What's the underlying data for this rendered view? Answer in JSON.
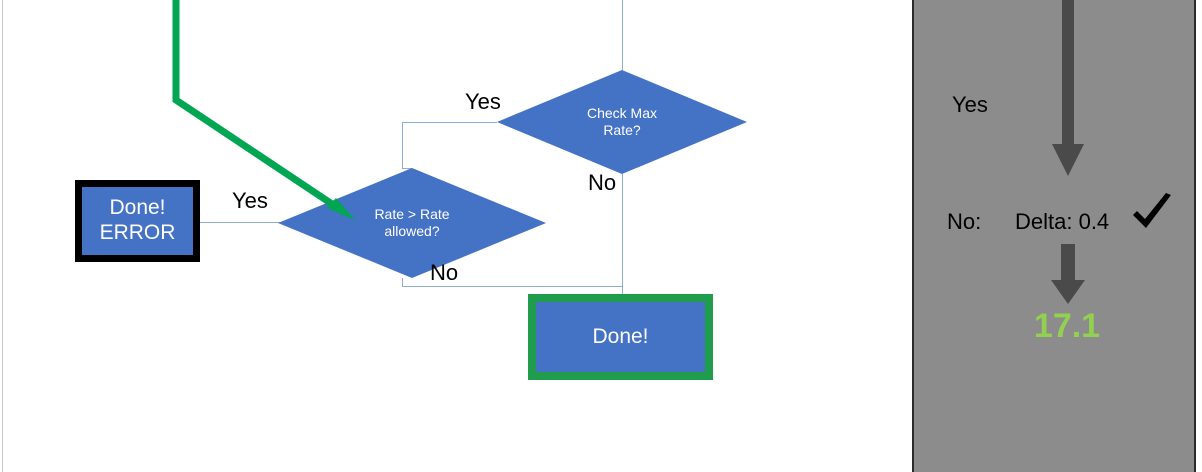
{
  "diagram": {
    "decisions": [
      {
        "id": "check-max-rate",
        "line1": "Check Max",
        "line2": "Rate?"
      },
      {
        "id": "rate-gt-rate-allowed",
        "line1": "Rate > Rate",
        "line2": "allowed?"
      }
    ],
    "boxes": [
      {
        "id": "done-error",
        "line1": "Done!",
        "line2": "ERROR",
        "border_color": "#000000",
        "fill": "#4472c4"
      },
      {
        "id": "done",
        "line1": "Done!",
        "line2": "",
        "border_color": "#1f9d4d",
        "fill": "#4472c4"
      }
    ],
    "edge_labels": {
      "max_rate_yes": "Yes",
      "max_rate_no": "No",
      "rate_yes": "Yes",
      "rate_no": "No"
    },
    "colors": {
      "shape_fill": "#4472c4",
      "connector": "#8faadc",
      "highlight_green": "#00a651",
      "done_border_green": "#1f9d4d"
    }
  },
  "panel": {
    "yes_label": "Yes",
    "no_label": "No:",
    "delta_label": "Delta: 0.4",
    "check_icon": "check-mark",
    "result_value": "17.1",
    "colors": {
      "background": "#8c8c8c",
      "arrow": "#4a4a4a",
      "value": "#92d050",
      "border": "#2b2b2b"
    }
  }
}
